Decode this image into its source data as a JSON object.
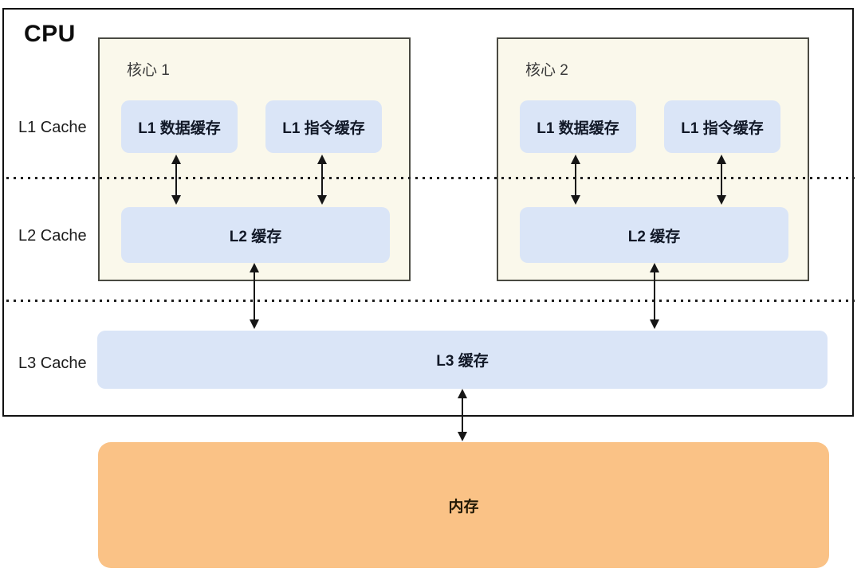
{
  "title": "CPU",
  "row_labels": {
    "l1": "L1 Cache",
    "l2": "L2 Cache",
    "l3": "L3 Cache"
  },
  "cores": [
    {
      "name": "核心 1",
      "l1_data": "L1 数据缓存",
      "l1_inst": "L1 指令缓存",
      "l2": "L2 缓存"
    },
    {
      "name": "核心 2",
      "l1_data": "L1 数据缓存",
      "l1_inst": "L1 指令缓存",
      "l2": "L2 缓存"
    }
  ],
  "l3_label": "L3 缓存",
  "memory_label": "内存",
  "colors": {
    "cache_fill": "#DAE5F7",
    "core_fill": "#FAF8EB",
    "core_border": "#4A4A42",
    "memory_fill": "#FAC286",
    "cpu_border": "#111111",
    "line": "#161616",
    "label_text": "#1C1C1C",
    "box_text": "#111827",
    "core_label_text": "#3A3A3A"
  }
}
